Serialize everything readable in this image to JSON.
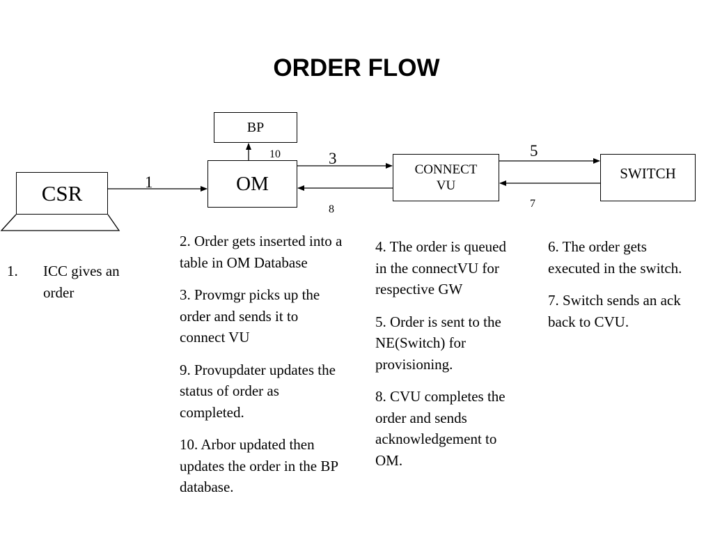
{
  "title": "ORDER FLOW",
  "boxes": {
    "bp": "BP",
    "om": "OM",
    "connect_vu_line1": "CONNECT",
    "connect_vu_line2": "VU",
    "switch": "SWITCH",
    "csr": "CSR"
  },
  "arrow_labels": {
    "csr_to_om": "1",
    "om_to_connect": "3",
    "connect_to_om": "8",
    "om_to_bp": "10",
    "connect_to_switch": "5",
    "switch_to_connect": "7"
  },
  "step1": {
    "number": "1.",
    "text": "ICC gives an order"
  },
  "col2": [
    "2. Order gets inserted into a table in OM Database",
    "3. Provmgr picks up the order and sends it to connect VU",
    "9. Provupdater updates the status of order as completed.",
    "10. Arbor updated then updates the order in the BP database."
  ],
  "col3": [
    "4. The order is queued in the connectVU for respective GW",
    "5. Order is sent to the NE(Switch) for provisioning.",
    "8. CVU completes the order and sends acknowledgement to OM."
  ],
  "col4": [
    "6. The order gets executed in the switch.",
    "7. Switch sends an ack back to CVU."
  ]
}
